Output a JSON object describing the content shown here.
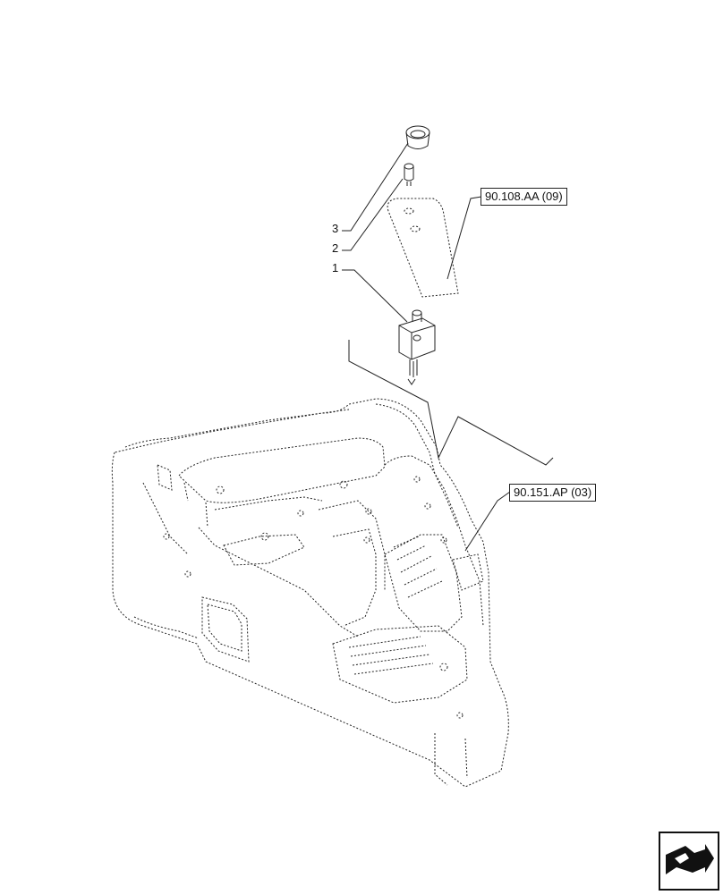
{
  "callouts": {
    "ref_plate": "90.108.AA (09)",
    "ref_console": "90.151.AP (03)"
  },
  "items": {
    "item1": "1",
    "item2": "2",
    "item3": "3"
  },
  "nav": {
    "icon": "arrow-navigation-icon"
  },
  "colors": {
    "line": "#222222",
    "background": "#ffffff"
  }
}
